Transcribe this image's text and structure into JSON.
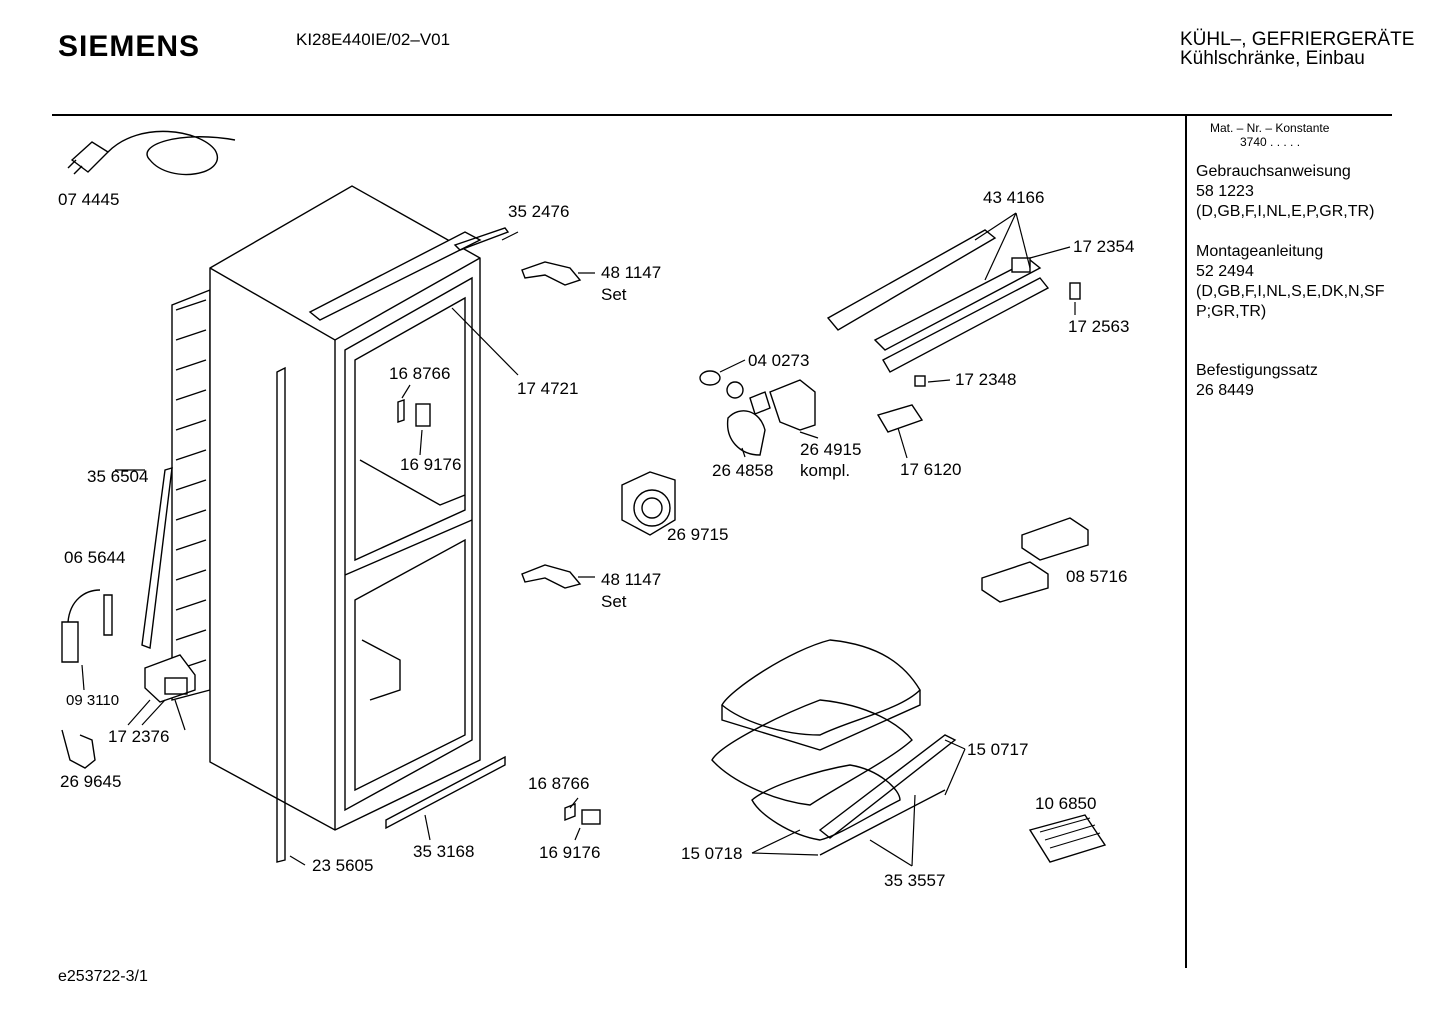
{
  "header": {
    "brand": "SIEMENS",
    "model": "KI28E440IE/02–V01",
    "category": "KÜHL–, GEFRIERGERÄTE",
    "subcategory": "Kühlschränke, Einbau"
  },
  "side": {
    "mat_label": "Mat. – Nr. – Konstante",
    "mat_value": "3740  .   .   .   .   .",
    "manual_title": "Gebrauchsanweisung",
    "manual_nr": "58 1223",
    "manual_langs": "(D,GB,F,I,NL,E,P,GR,TR)",
    "mount_title": "Montageanleitung",
    "mount_nr": "52 2494",
    "mount_langs1": "(D,GB,F,I,NL,S,E,DK,N,SF",
    "mount_langs2": "P;GR,TR)",
    "kit_title": "Befestigungssatz",
    "kit_nr": "26 8449"
  },
  "parts": [
    "07 4445",
    "35 2476",
    "48 1147",
    "Set",
    "17 4721",
    "16 8766",
    "16 9176",
    "35 6504",
    "06 5644",
    "09 3110",
    "17 2376",
    "26 9645",
    "23 5605",
    "35 3168",
    "16 8766",
    "16 9176",
    "48 1147",
    "Set",
    "43 4166",
    "17 2354",
    "17 2563",
    "04 0273",
    "17 2348",
    "26 4915",
    "kompl.",
    "26 4858",
    "17 6120",
    "26 9715",
    "08 5716",
    "15 0717",
    "10 6850",
    "15 0718",
    "35 3557"
  ],
  "footer": {
    "code": "e253722-3/1"
  }
}
